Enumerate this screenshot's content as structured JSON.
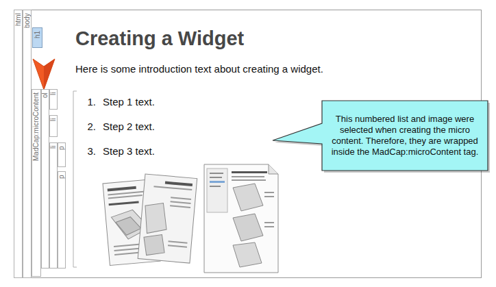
{
  "diagram": {
    "title": "Creating a Widget",
    "nodes": [
      {
        "text": [
          "html"
        ]
      },
      {
        "text": [
          "body"
        ]
      },
      {
        "text": [
          "h1"
        ]
      },
      {
        "text": [
          "MadCap:microContent"
        ]
      },
      {
        "text": [
          "ol"
        ]
      },
      {
        "text": [
          "li"
        ]
      },
      {
        "text": [
          "li"
        ]
      },
      {
        "text": [
          "li"
        ]
      },
      {
        "text": [
          "p"
        ]
      },
      {
        "text": [
          "p"
        ]
      },
      {
        "text": [
          "This numbered list and image were selected when creating the micro content. Therefore, they are wrapped inside the MadCap:microContent tag."
        ]
      }
    ],
    "labels": [
      "Here is some introduction text about creating a widget.",
      "1.",
      "Step 1 text.",
      "2.",
      "Step 2 text.",
      "3.",
      "Step 3 text."
    ]
  }
}
